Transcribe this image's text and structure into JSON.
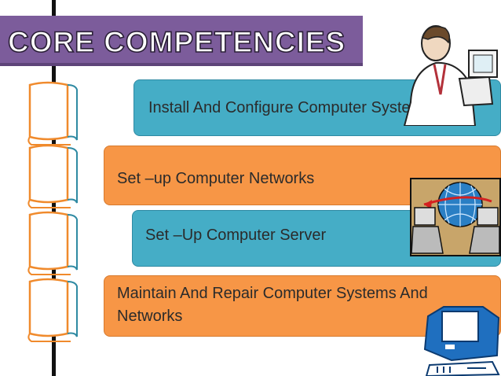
{
  "title": "CORE COMPETENCIES",
  "competencies": [
    {
      "label": "Install And Configure Computer Systems",
      "color": "#45adc6"
    },
    {
      "label": "Set –up Computer Networks",
      "color": "#f79646"
    },
    {
      "label": "Set –Up Computer Server",
      "color": "#45adc6"
    },
    {
      "label_line1": "Maintain And Repair Computer Systems And",
      "label_line2": "Networks",
      "color": "#f79646"
    }
  ],
  "icons": [
    "scroll-icon",
    "person-at-computer-clipart",
    "network-globe-clipart",
    "computer-clipart"
  ]
}
